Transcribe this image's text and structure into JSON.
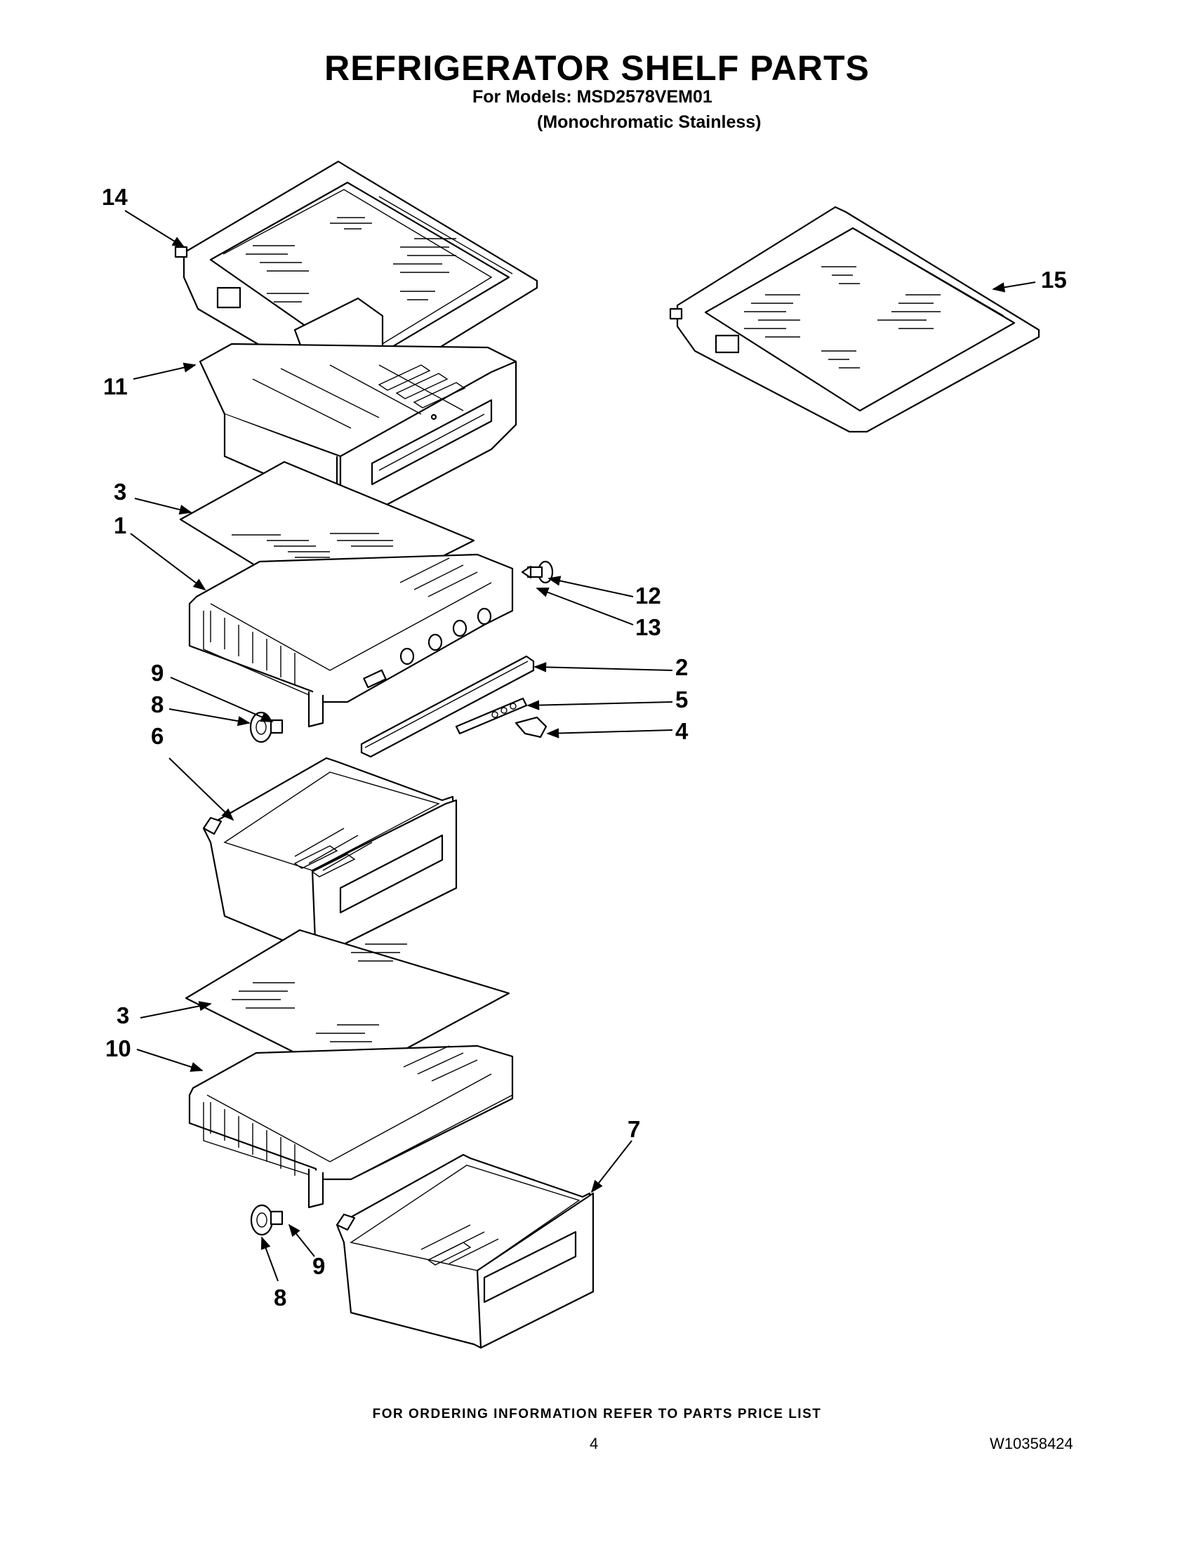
{
  "header": {
    "title": "REFRIGERATOR SHELF PARTS",
    "models_line": "For Models: MSD2578VEM01",
    "variant_line": "(Monochromatic Stainless)"
  },
  "callouts": {
    "c14": "14",
    "c15": "15",
    "c11": "11",
    "c3a": "3",
    "c1": "1",
    "c12": "12",
    "c13": "13",
    "c2": "2",
    "c5": "5",
    "c4": "4",
    "c9a": "9",
    "c8a": "8",
    "c6": "6",
    "c3b": "3",
    "c10": "10",
    "c7": "7",
    "c9b": "9",
    "c8b": "8"
  },
  "footer": {
    "note": "FOR ORDERING INFORMATION REFER TO PARTS PRICE LIST",
    "page_number": "4",
    "doc_number": "W10358424"
  }
}
